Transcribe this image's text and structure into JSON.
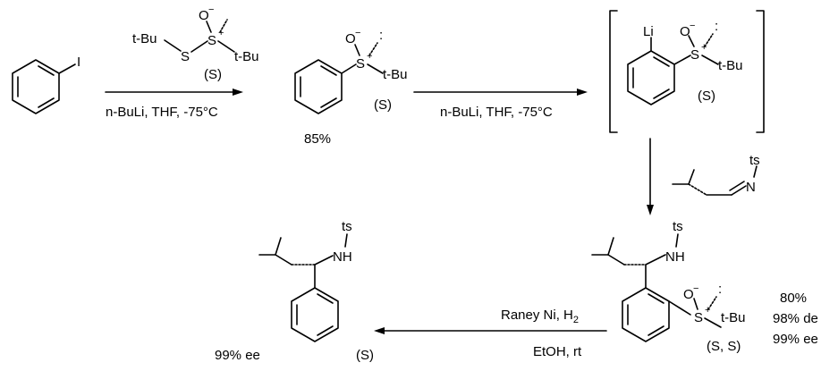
{
  "step1": {
    "reagent_left": "t-Bu",
    "reagent_s1": "S",
    "reagent_s2": "S",
    "reagent_right": "t-Bu",
    "reagent_o": "O",
    "reagent_config": "(S)",
    "conditions": "n-BuLi, THF, -75°C",
    "iodo": "I"
  },
  "product1": {
    "s": "S",
    "o": "O",
    "tbu": "t-Bu",
    "config": "(S)",
    "yield": "85%"
  },
  "step2": {
    "conditions": "n-BuLi, THF, -75°C"
  },
  "intermediate": {
    "li": "Li",
    "s": "S",
    "o": "O",
    "tbu": "t-Bu",
    "config": "(S)"
  },
  "imine": {
    "ts": "ts",
    "n": "N"
  },
  "product2": {
    "ts": "ts",
    "nh": "NH",
    "s": "S",
    "o": "O",
    "tbu": "t-Bu",
    "config": "(S, S)",
    "yield": "80%",
    "de": "98% de",
    "ee": "99% ee"
  },
  "step3": {
    "reagent": "Raney Ni, H",
    "reagent_sub": "2",
    "solvent": "EtOH, rt"
  },
  "final": {
    "ts": "ts",
    "nh": "NH",
    "config": "(S)",
    "ee": "99% ee"
  }
}
